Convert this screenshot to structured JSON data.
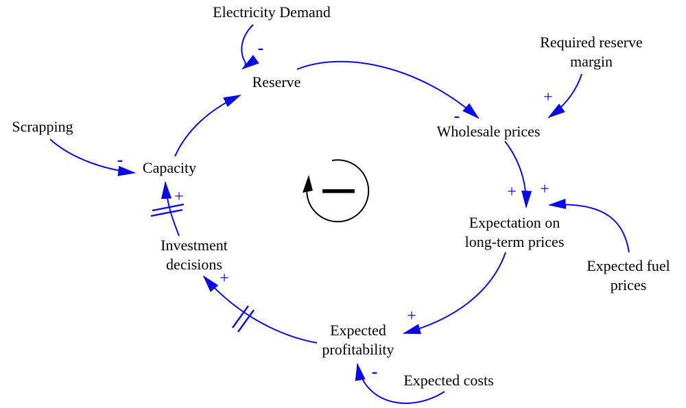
{
  "diagram": {
    "type": "causal-loop-diagram",
    "link_color": "#0a0ae6",
    "text_color": "#000000",
    "loop_indicator": {
      "direction": "clockwise",
      "polarity": "negative",
      "symbol": "-"
    },
    "nodes": {
      "electricity_demand": {
        "lines": [
          "Electricity Demand"
        ]
      },
      "reserve": {
        "lines": [
          "Reserve"
        ]
      },
      "required_reserve_margin": {
        "lines": [
          "Required reserve",
          "margin"
        ]
      },
      "wholesale_prices": {
        "lines": [
          "Wholesale prices"
        ]
      },
      "expectation_long_term": {
        "lines": [
          "Expectation on",
          "long-term prices"
        ]
      },
      "expected_fuel_prices": {
        "lines": [
          "Expected fuel",
          "prices"
        ]
      },
      "expected_profitability": {
        "lines": [
          "Expected",
          "profitability"
        ]
      },
      "expected_costs": {
        "lines": [
          "Expected costs"
        ]
      },
      "investment_decisions": {
        "lines": [
          "Investment",
          "decisions"
        ]
      },
      "capacity": {
        "lines": [
          "Capacity"
        ]
      },
      "scrapping": {
        "lines": [
          "Scrapping"
        ]
      }
    },
    "signs": {
      "electricity_demand_to_reserve": "-",
      "reserve_to_wholesale_prices": "-",
      "required_reserve_margin_to_wholesale_prices": "+",
      "wholesale_prices_to_expectation": "+",
      "expected_fuel_prices_to_expectation": "+",
      "expectation_to_expected_profitability": "+",
      "expected_costs_to_expected_profitability": "-",
      "expected_profitability_to_investment_decisions": "+",
      "investment_decisions_to_capacity": "+",
      "scrapping_to_capacity": "-"
    },
    "links": [
      {
        "from": "Electricity Demand",
        "to": "Reserve",
        "sign": "-",
        "delay": false
      },
      {
        "from": "Capacity",
        "to": "Reserve",
        "sign": "",
        "delay": false
      },
      {
        "from": "Reserve",
        "to": "Wholesale prices",
        "sign": "-",
        "delay": false
      },
      {
        "from": "Required reserve margin",
        "to": "Wholesale prices",
        "sign": "+",
        "delay": false
      },
      {
        "from": "Wholesale prices",
        "to": "Expectation on long-term prices",
        "sign": "+",
        "delay": false
      },
      {
        "from": "Expected fuel prices",
        "to": "Expectation on long-term prices",
        "sign": "+",
        "delay": false
      },
      {
        "from": "Expectation on long-term prices",
        "to": "Expected profitability",
        "sign": "+",
        "delay": false
      },
      {
        "from": "Expected costs",
        "to": "Expected profitability",
        "sign": "-",
        "delay": false
      },
      {
        "from": "Expected profitability",
        "to": "Investment decisions",
        "sign": "+",
        "delay": true
      },
      {
        "from": "Investment decisions",
        "to": "Capacity",
        "sign": "+",
        "delay": true
      },
      {
        "from": "Scrapping",
        "to": "Capacity",
        "sign": "-",
        "delay": false
      }
    ]
  }
}
